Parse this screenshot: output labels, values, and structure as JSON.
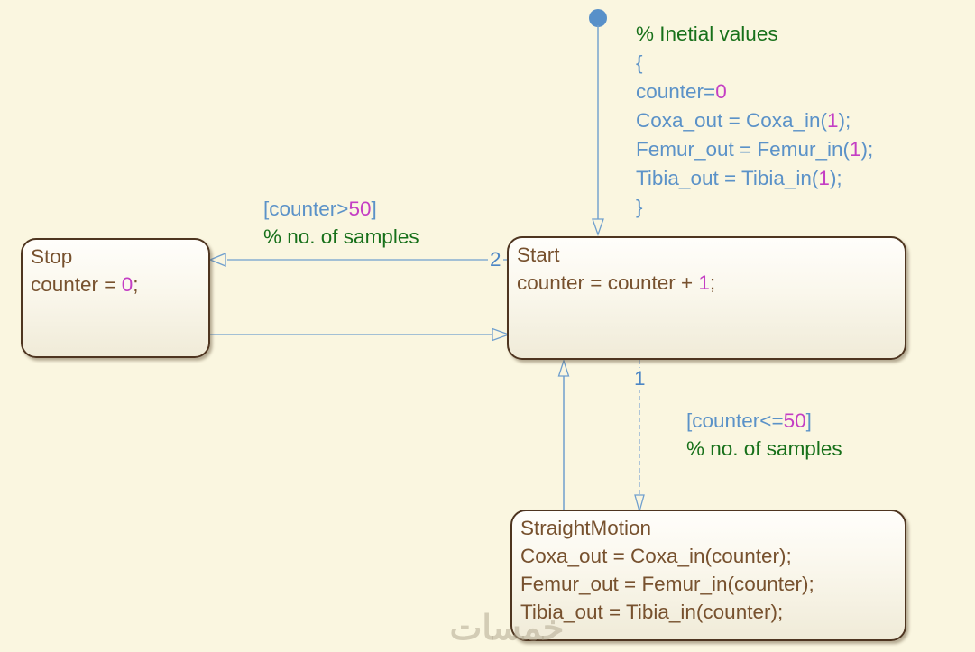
{
  "colors": {
    "background": "#faf6e0",
    "state_border": "#4e3520",
    "state_text_brown": "#77512e",
    "keyword_blue": "#5b92c8",
    "number_magenta": "#c43ec4",
    "comment_green": "#17701a",
    "wire_blue": "#6f9fce"
  },
  "default_transition": {
    "comment": "% Inetial values",
    "open_brace": "{",
    "close_brace": "}",
    "statements": [
      {
        "pre": "counter=",
        "num": "0",
        "post": ""
      },
      {
        "pre": "Coxa_out = Coxa_in(",
        "num": "1",
        "post": ");"
      },
      {
        "pre": "Femur_out = Femur_in(",
        "num": "1",
        "post": ");"
      },
      {
        "pre": "Tibia_out = Tibia_in(",
        "num": "1",
        "post": ");"
      }
    ]
  },
  "states": {
    "stop": {
      "title": "Stop",
      "lines": [
        {
          "pre": "counter = ",
          "num": "0",
          "post": ";"
        }
      ]
    },
    "start": {
      "title": "Start",
      "lines": [
        {
          "pre": "counter = counter + ",
          "num": "1",
          "post": ";"
        }
      ]
    },
    "straight_motion": {
      "title": "StraightMotion",
      "lines": [
        {
          "pre": "Coxa_out = Coxa_in(counter);",
          "num": "",
          "post": ""
        },
        {
          "pre": "Femur_out = Femur_in(counter);",
          "num": "",
          "post": ""
        },
        {
          "pre": "Tibia_out = Tibia_in(counter);",
          "num": "",
          "post": ""
        }
      ]
    }
  },
  "transitions": {
    "start_to_stop": {
      "order": "2",
      "cond_pre": "[counter>",
      "cond_num": "50",
      "cond_post": "]",
      "comment": "% no. of samples"
    },
    "start_to_straight_motion": {
      "order": "1",
      "cond_pre": "[counter<=",
      "cond_num": "50",
      "cond_post": "]",
      "comment": "% no. of samples"
    }
  },
  "watermark": "خمسات"
}
